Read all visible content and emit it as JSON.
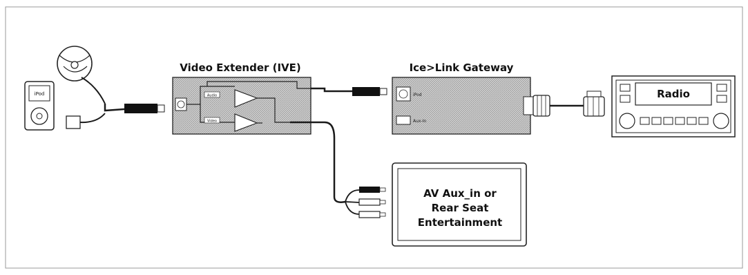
{
  "labels": {
    "video_extender": "Video Extender (IVE)",
    "gateway": "Ice>Link Gateway",
    "radio": "Radio",
    "ipod": "iPod",
    "gateway_ipod_port": "iPod",
    "gateway_aux_port": "Aux-In",
    "ive_audio_label": "Audio",
    "ive_video_label": "Video"
  },
  "av_box": {
    "lines": [
      "AV Aux_in or",
      "Rear Seat",
      "Entertainment"
    ]
  },
  "colors": {
    "frame": "#999999",
    "box_fill": "#c9c9c9",
    "stroke": "#222222",
    "cable": "#1a1a1a"
  }
}
